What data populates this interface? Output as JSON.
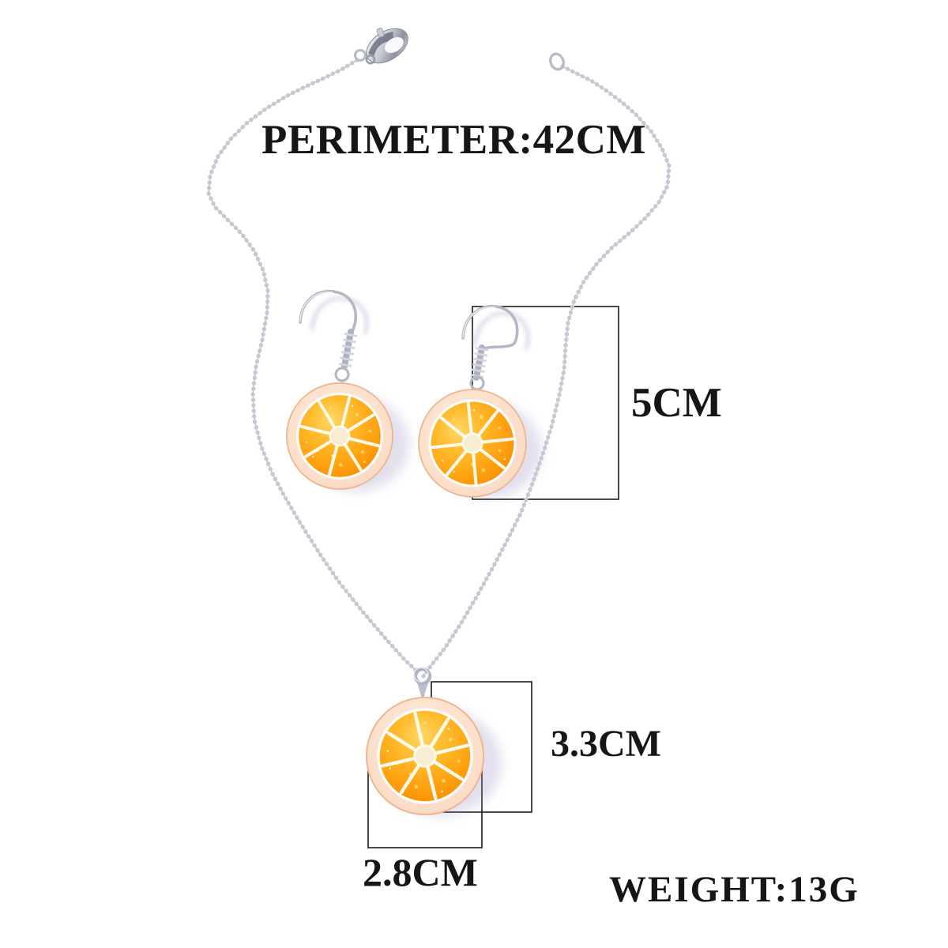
{
  "annotations": {
    "perimeter": "PERIMETER:42CM",
    "earring_length": "5CM",
    "pendant_diameter": "3.3CM",
    "pendant_width": "2.8CM",
    "weight": "WEIGHT:13G"
  },
  "colors": {
    "background": "#ffffff",
    "annotation_text": "#161616",
    "measure_line": "#1c1c1c",
    "metal_silver": "#c2c4cf",
    "slice_rim": "#f9dcc8",
    "slice_flesh_light": "#ffc33e",
    "slice_flesh_deep": "#f98f00",
    "slice_pith": "#f8ecd2",
    "slice_segment_lines": "#fffaec",
    "shadow_tint": "#9a8fc0"
  }
}
